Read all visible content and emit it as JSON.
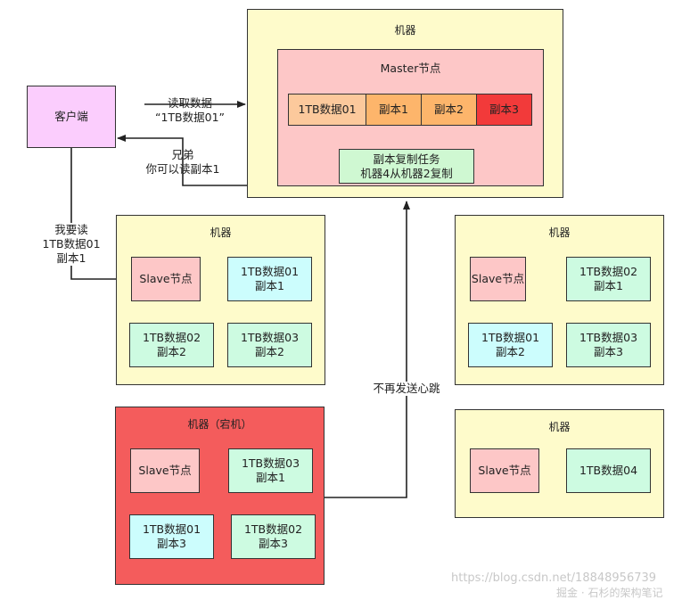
{
  "client": {
    "label": "客户端"
  },
  "master_machine": {
    "title": "机器",
    "master_node": {
      "title": "Master节点",
      "cells": [
        "1TB数据01",
        "副本1",
        "副本2",
        "副本3"
      ],
      "task": "副本复制任务\n机器4从机器2复制"
    }
  },
  "machine_a": {
    "title": "机器",
    "nodes": [
      "Slave节点",
      "1TB数据01\n副本1",
      "1TB数据02\n副本2",
      "1TB数据03\n副本2"
    ]
  },
  "machine_b": {
    "title": "机器",
    "nodes": [
      "Slave节点",
      "1TB数据02\n副本1",
      "1TB数据01\n副本2",
      "1TB数据03\n副本3"
    ]
  },
  "machine_down": {
    "title": "机器（宕机）",
    "nodes": [
      "Slave节点",
      "1TB数据03\n副本1",
      "1TB数据01\n副本3",
      "1TB数据02\n副本3"
    ]
  },
  "machine_c": {
    "title": "机器",
    "nodes": [
      "Slave节点",
      "1TB数据04"
    ]
  },
  "edges": {
    "read_request": "读取数据\n“1TB数据01”",
    "reply": "兄弟\n你可以读副本1",
    "client_to_slave": "我要读\n1TB数据01\n副本1",
    "heartbeat": "不再发送心跳"
  },
  "watermark": {
    "url": "https://blog.csdn.net/18848956739",
    "author": "掘金 · 石杉的架构笔记"
  },
  "colors": {
    "machine": "#fefbcb",
    "machine_down": "#f45c5c",
    "master_node": "#fdc7c7",
    "client": "#fbcdfd"
  }
}
